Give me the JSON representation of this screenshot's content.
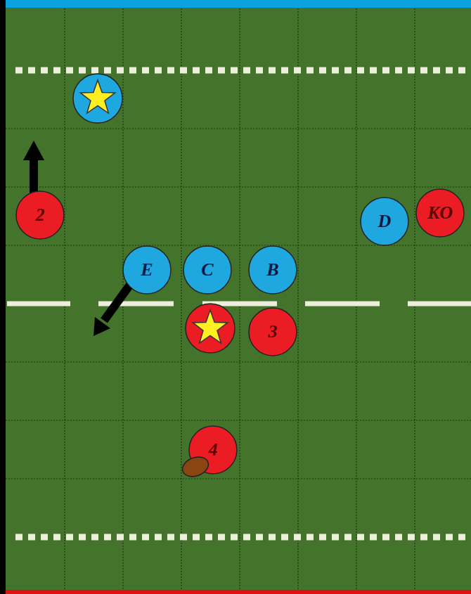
{
  "diagram": {
    "nodes": [
      {
        "text": [
          "2"
        ]
      },
      {
        "text": [
          "D"
        ]
      },
      {
        "text": [
          "KO"
        ]
      },
      {
        "text": [
          "E"
        ]
      },
      {
        "text": [
          "C"
        ]
      },
      {
        "text": [
          "B"
        ]
      },
      {
        "text": [
          "3"
        ]
      },
      {
        "text": [
          "4"
        ]
      }
    ]
  }
}
